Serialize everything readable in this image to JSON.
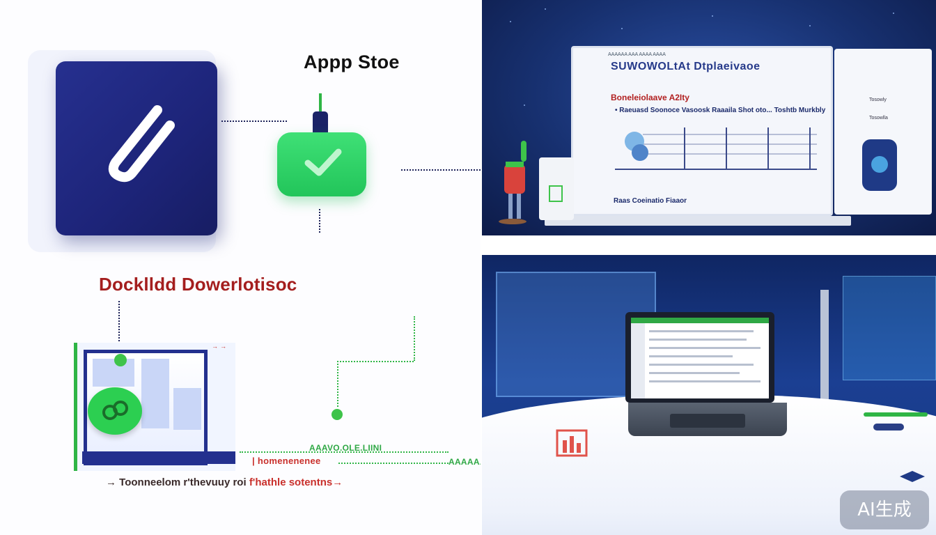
{
  "left": {
    "app_store_title": "Appp Stoe",
    "download_title": "Docklldd Dowerlotisoc",
    "green_label_1": "AAAVO.OLE.LIINI",
    "red_label_1": "→ →",
    "red_label_2": "| homenenenee",
    "green_label_2": "AAAAAA",
    "bottom_caption_main": "→ Toonneelom r'thevuuy roi",
    "bottom_caption_red": "f'hathle sotentns→"
  },
  "right_top": {
    "monitor_header": "AAAAAA AAA AAAA AAAA",
    "monitor_title": "SUWOWOLtAt Dtplaeivaoe",
    "monitor_subtitle": "Boneleiolaave A2Ity",
    "monitor_line": "• Raeuasd Soonoce Vasoosk Raaaila Shot oto... Toshtb Murkbly",
    "monitor_footer": "Raas Coeinatio Fiaaor",
    "side_text_1": "Tosowly",
    "side_text_2": "Tosowlla"
  },
  "badge": {
    "label": "AI生成"
  },
  "colors": {
    "app_icon": "#1d2479",
    "check_green": "#22c55a",
    "download_red": "#a41e1e",
    "panel_navy": "#17306f"
  }
}
